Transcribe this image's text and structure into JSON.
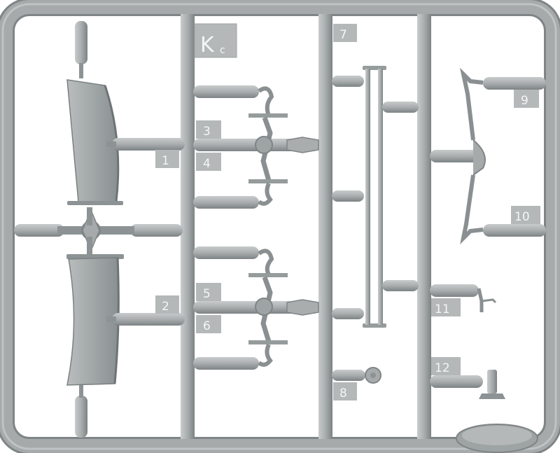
{
  "sprue": {
    "logo": {
      "letter": "K",
      "subscript": "c"
    },
    "part_numbers": [
      "1",
      "2",
      "3",
      "4",
      "5",
      "6",
      "7",
      "8",
      "9",
      "10",
      "11",
      "12"
    ]
  },
  "colors": {
    "background": "#ffffff",
    "plastic": "#a6aaab",
    "plastic_dark": "#7f8586",
    "plastic_light": "#c9cdcd",
    "tab": "#b4b8b8",
    "label_text": "#f4f6f6"
  }
}
